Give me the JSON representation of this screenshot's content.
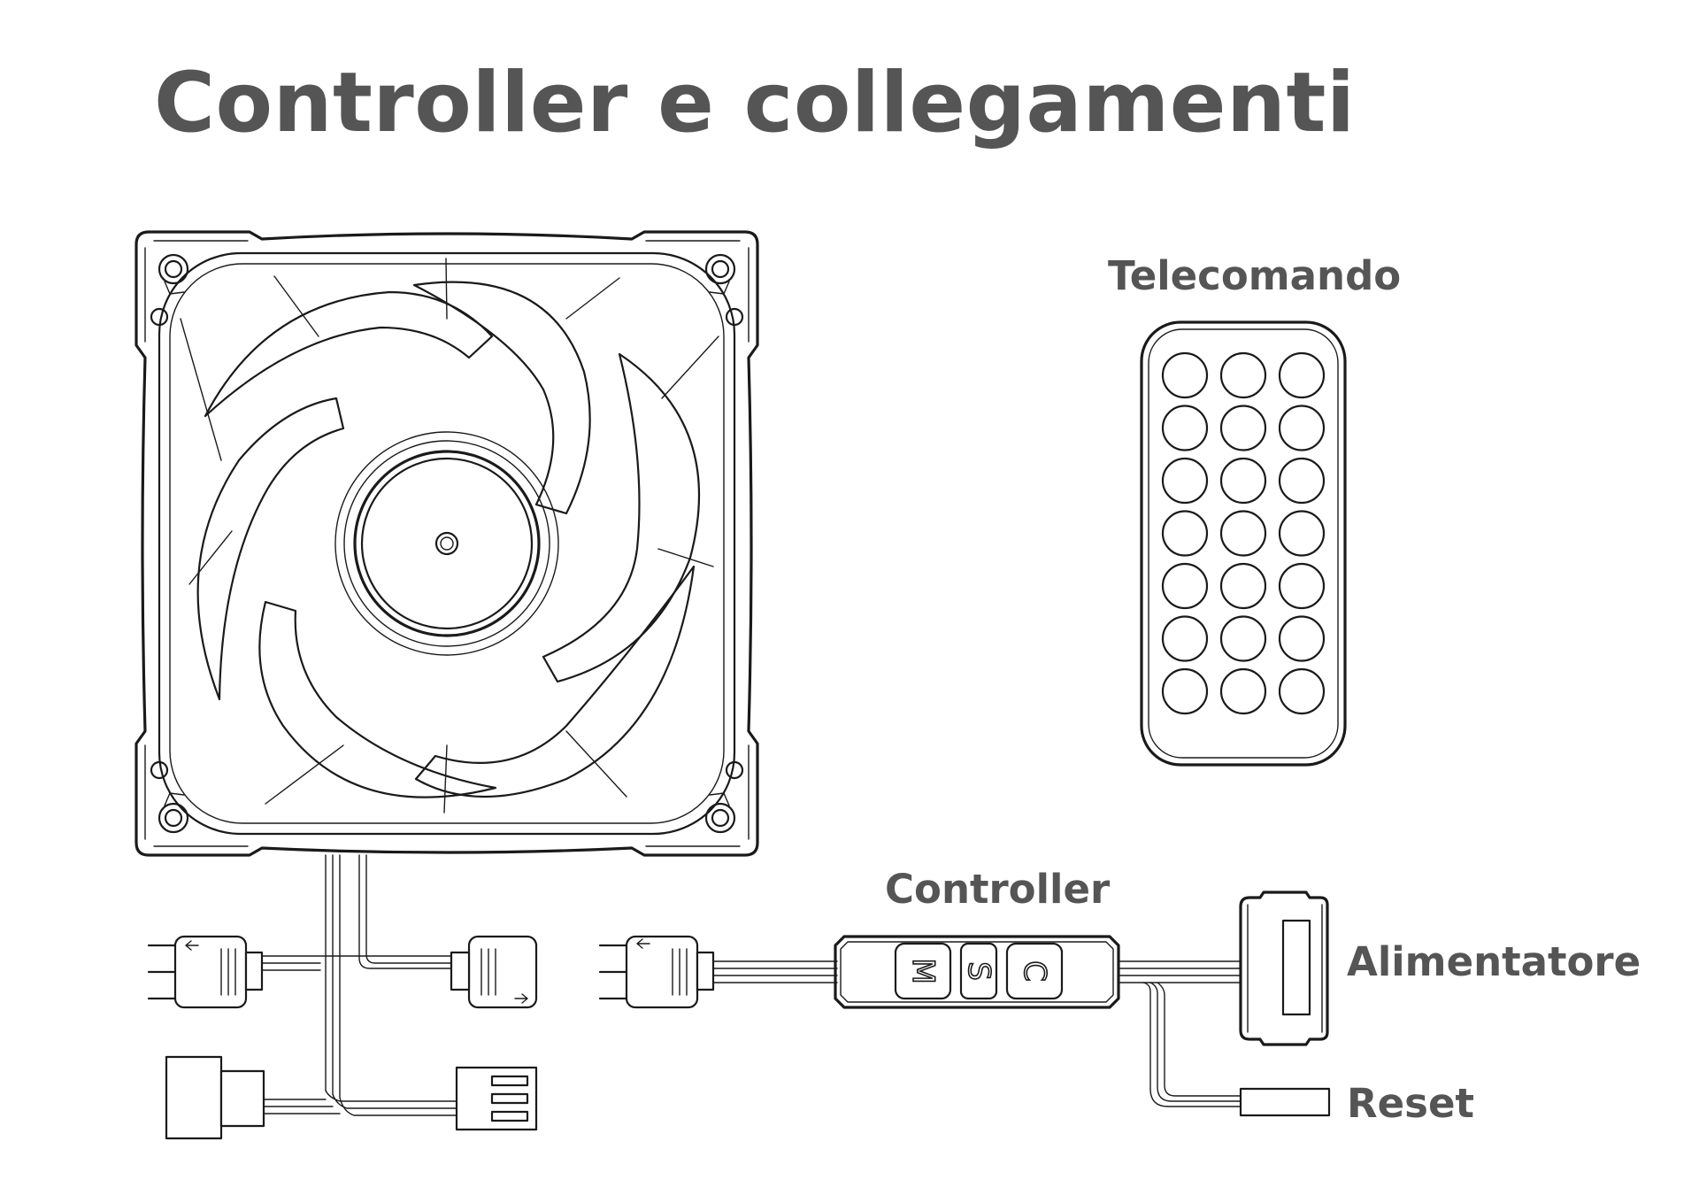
{
  "title": "Controller e collegamenti",
  "labels": {
    "remote": "Telecomando",
    "controller": "Controller",
    "power_supply": "Alimentatore",
    "reset": "Reset"
  },
  "controller_buttons": [
    "M",
    "S",
    "C"
  ],
  "remote": {
    "rows": 7,
    "cols": 3
  }
}
